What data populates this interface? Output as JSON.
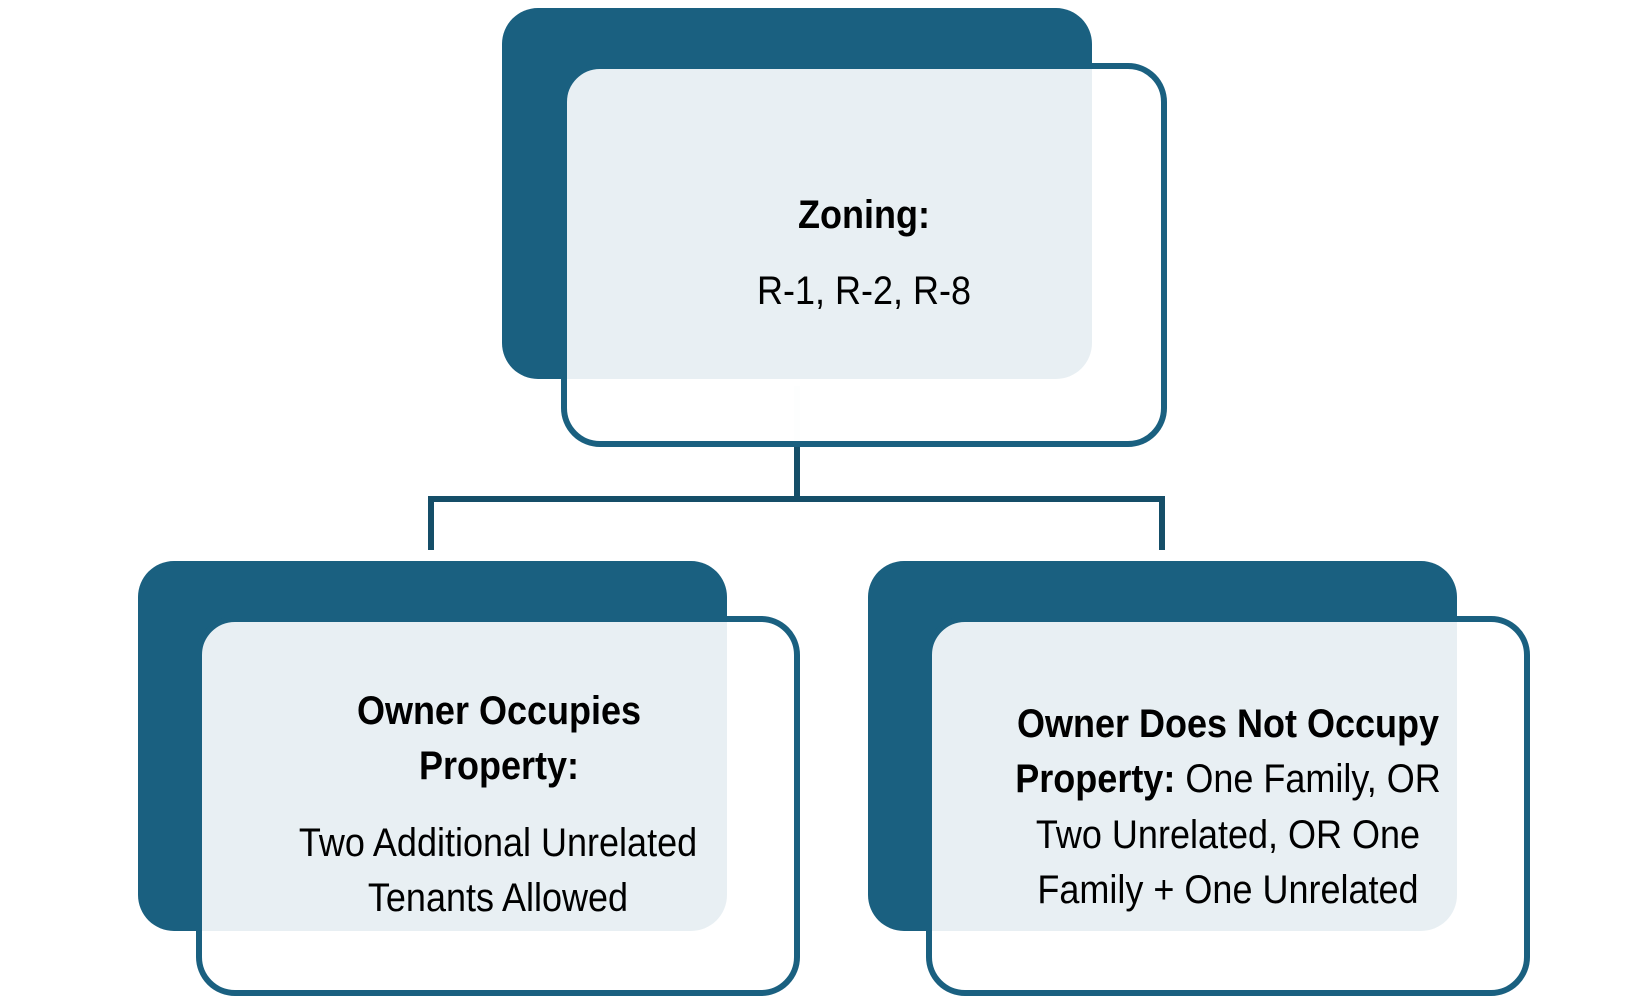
{
  "colors": {
    "dark": "#1a6080",
    "outline": "#1a6080",
    "connector": "#154e68"
  },
  "nodes": {
    "root": {
      "title": "Zoning:",
      "body": "R-1, R-2, R-8"
    },
    "left": {
      "title": "Owner Occupies Property:",
      "body_line1": "Two Additional Unrelated",
      "body_line2": "Tenants Allowed"
    },
    "right": {
      "title_line1": "Owner Does Not Occupy",
      "title_line2": "Property:",
      "body_line2": " One Family, OR",
      "body_line3": "Two Unrelated, OR One",
      "body_line4": "Family + One Unrelated"
    }
  }
}
